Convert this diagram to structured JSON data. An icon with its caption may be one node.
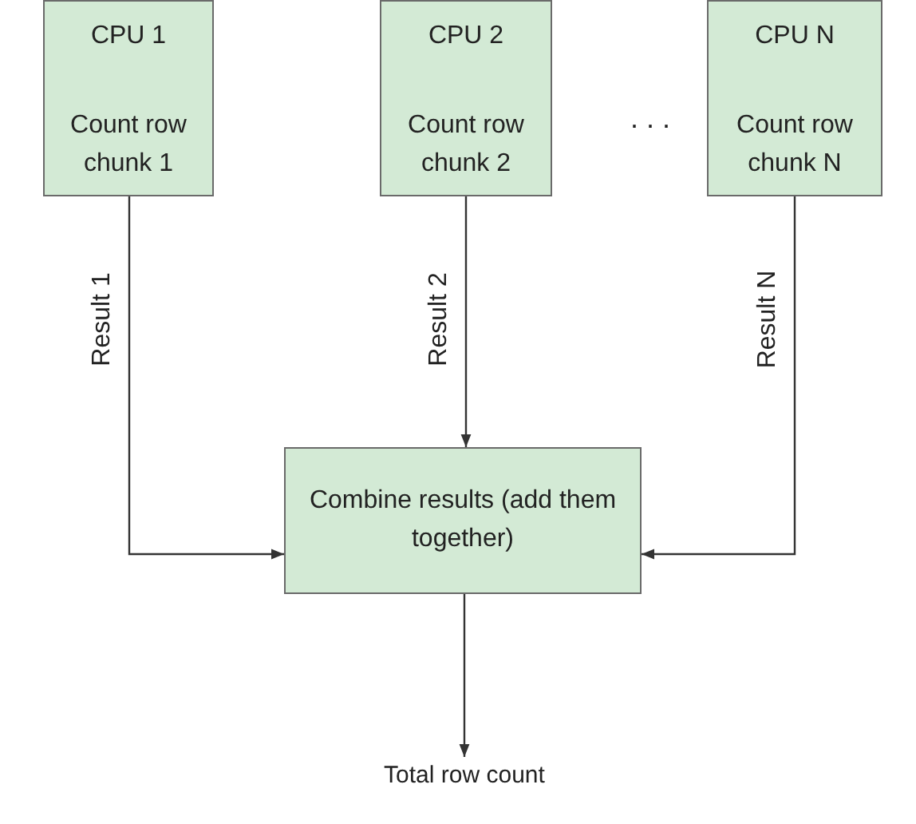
{
  "diagram": {
    "nodes": [
      {
        "text": [
          "CPU 1",
          "Count row chunk 1"
        ]
      },
      {
        "text": [
          "CPU 2",
          "Count row chunk 2"
        ]
      },
      {
        "text": [
          "CPU N",
          "Count row chunk N"
        ]
      },
      {
        "text": [
          "Combine results (add them together)"
        ]
      },
      {
        "text": [
          "Total row count"
        ]
      }
    ],
    "edges": [
      {
        "from": 0,
        "to": 3,
        "arrow": "to",
        "label": "Result 1"
      },
      {
        "from": 1,
        "to": 3,
        "arrow": "to",
        "label": "Result 2"
      },
      {
        "from": 2,
        "to": 3,
        "arrow": "to",
        "label": "Result N"
      },
      {
        "from": 3,
        "to": 4,
        "arrow": "to"
      }
    ],
    "labels": [
      ". . ."
    ]
  }
}
